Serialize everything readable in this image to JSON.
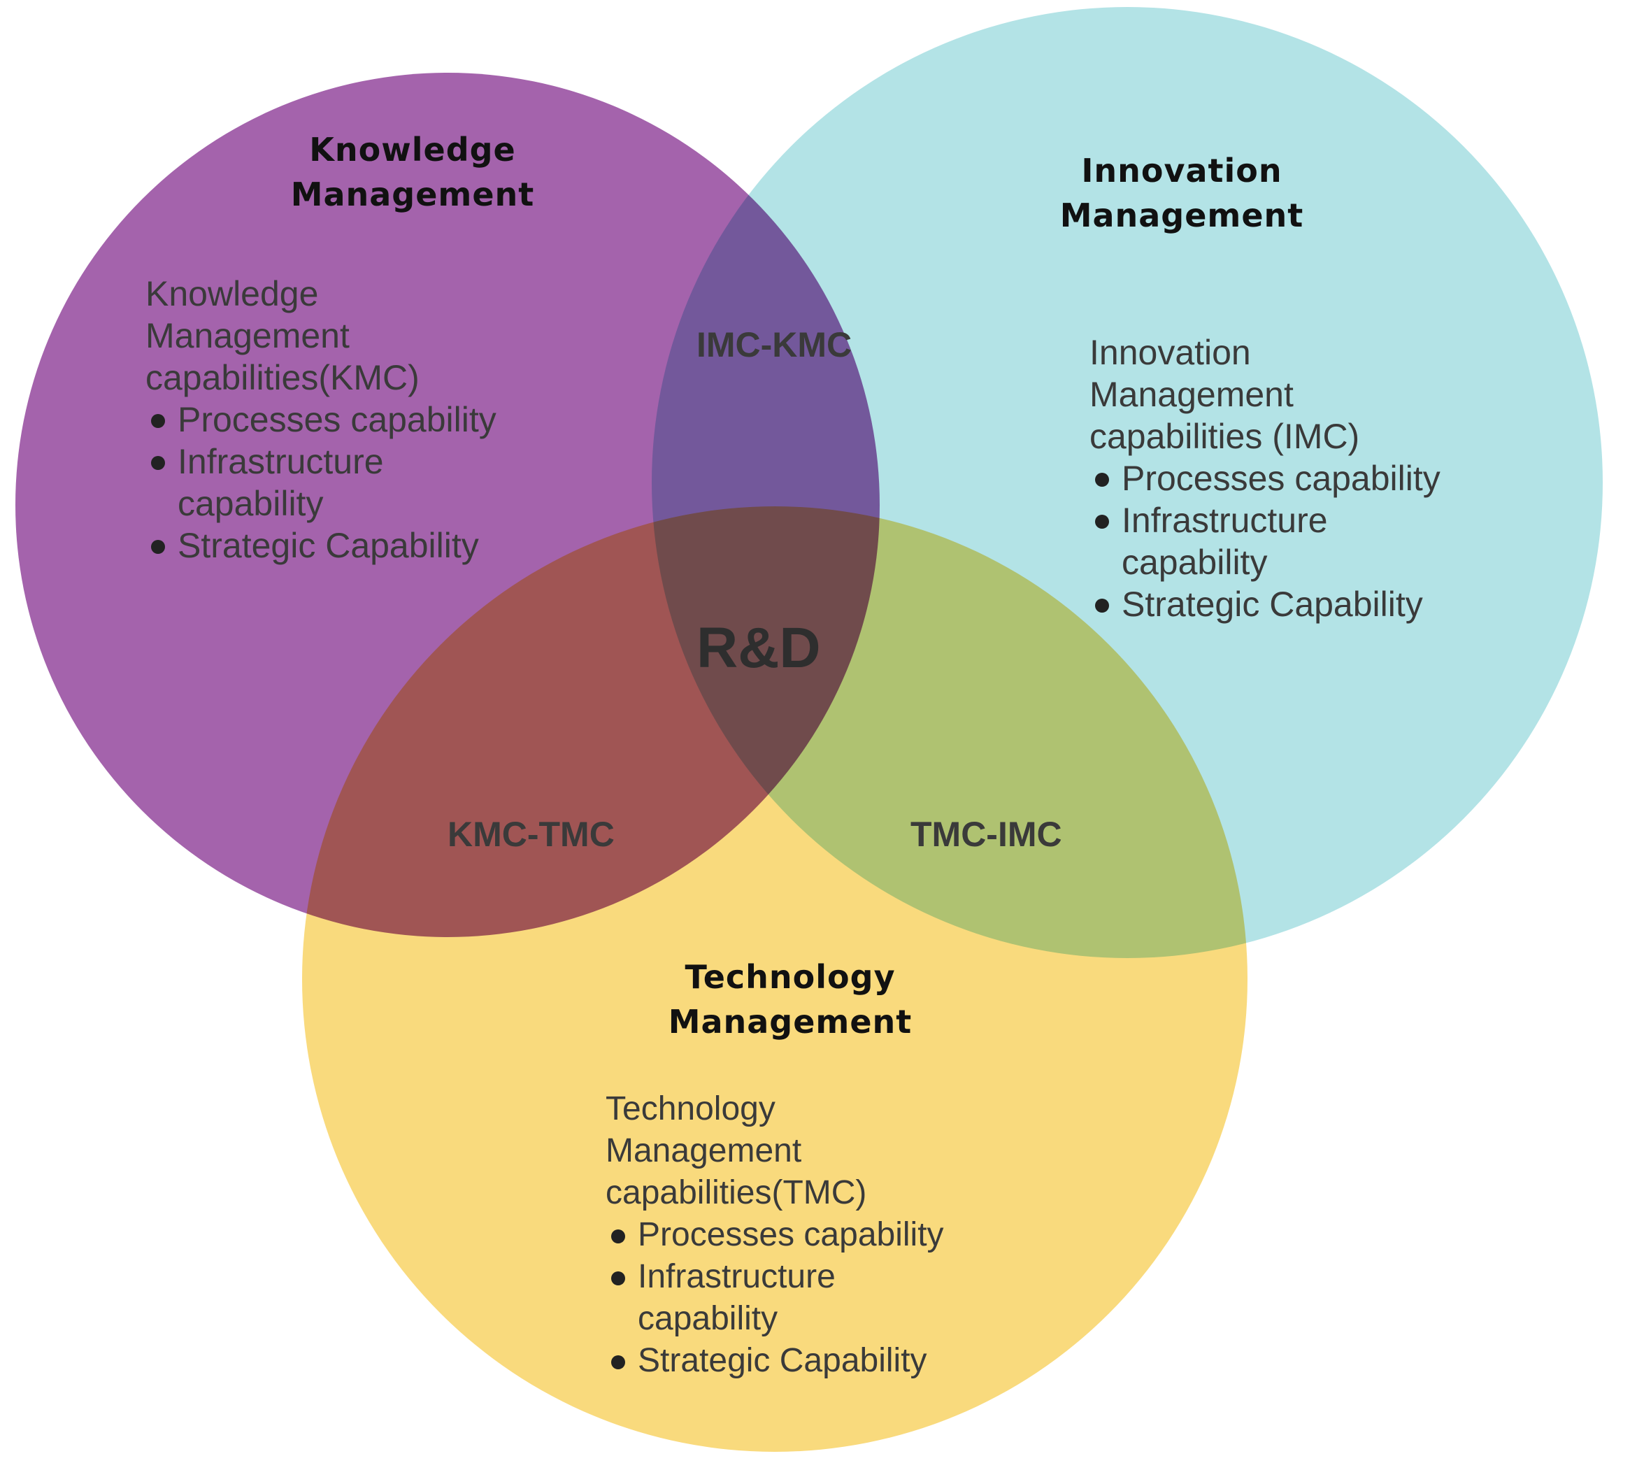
{
  "colors": {
    "knowledge_circle": "#a463ac",
    "innovation_circle": "#b3e3e6",
    "technology_circle": "#f9da7d"
  },
  "knowledge": {
    "heading": [
      "Knowledge",
      "Management"
    ],
    "description": [
      "Knowledge",
      "Management",
      "capabilities(KMC)"
    ],
    "items": [
      [
        "Processes  capability"
      ],
      [
        "Infrastructure",
        "capability"
      ],
      [
        "Strategic Capability"
      ]
    ]
  },
  "innovation": {
    "heading": [
      "Innovation",
      "Management"
    ],
    "description": [
      "Innovation",
      "Management",
      "capabilities (IMC)"
    ],
    "items": [
      [
        "Processes  capability"
      ],
      [
        "Infrastructure",
        "capability"
      ],
      [
        "Strategic Capability"
      ]
    ]
  },
  "technology": {
    "heading": [
      "Technology",
      "Management"
    ],
    "description": [
      "Technology",
      "Management",
      "capabilities(TMC)"
    ],
    "items": [
      [
        "Processes  capability"
      ],
      [
        "Infrastructure",
        "capability"
      ],
      [
        "Strategic Capability"
      ]
    ]
  },
  "overlaps": {
    "imc_kmc": "IMC-KMC",
    "kmc_tmc": "KMC-TMC",
    "tmc_imc": "TMC-IMC"
  },
  "center_label": "R&D"
}
